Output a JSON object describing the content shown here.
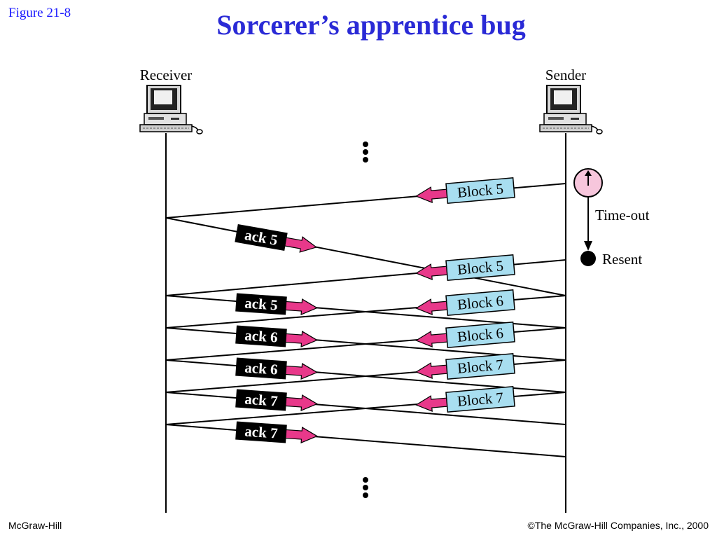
{
  "figure_label": "Figure  21-8",
  "title": "Sorcerer’s apprentice bug",
  "receiver_label": "Receiver",
  "sender_label": "Sender",
  "timeout_label": "Time-out",
  "resent_label": "Resent",
  "footer_left": "McGraw-Hill",
  "footer_right": "©The McGraw-Hill Companies, Inc., 2000",
  "colors": {
    "title": "#2a2ad6",
    "block_fill": "#a8def0",
    "ack_fill": "#000000",
    "arrow": "#e8388a",
    "timer_fill": "#f7c6dc"
  },
  "blocks": [
    "Block 5",
    "Block 5",
    "Block 6",
    "Block 6",
    "Block 7",
    "Block 7"
  ],
  "acks": [
    "ack 5",
    "ack 5",
    "ack 6",
    "ack 6",
    "ack 7",
    "ack 7"
  ]
}
